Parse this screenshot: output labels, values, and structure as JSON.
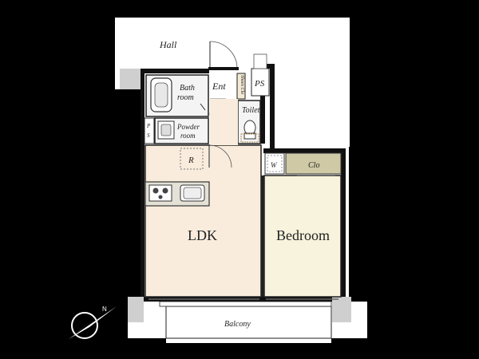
{
  "rooms": {
    "hall": "Hall",
    "ent": "Ent",
    "shoes_closet": "Shoes Clo",
    "ps_top": "PS",
    "bath_line1": "Bath",
    "bath_line2": "room",
    "toilet": "Toilet",
    "powder_line1": "Powder",
    "powder_line2": "room",
    "ps_left_1": "P",
    "ps_left_2": "S",
    "refrigerator": "R",
    "washer": "W",
    "closet": "Clo",
    "ldk": "LDK",
    "bedroom": "Bedroom",
    "balcony": "Balcony"
  },
  "colors": {
    "background": "#000000",
    "wall": "#ffffff",
    "ldk_floor": "#f9ecdc",
    "bedroom_floor": "#f7f3dc",
    "closet_floor": "#cfc9a5",
    "wet_area": "#f4f4f4",
    "kitchen_counter": "#e4e1d6"
  },
  "compass": {
    "icon": "north-arrow-icon",
    "label": "N"
  }
}
